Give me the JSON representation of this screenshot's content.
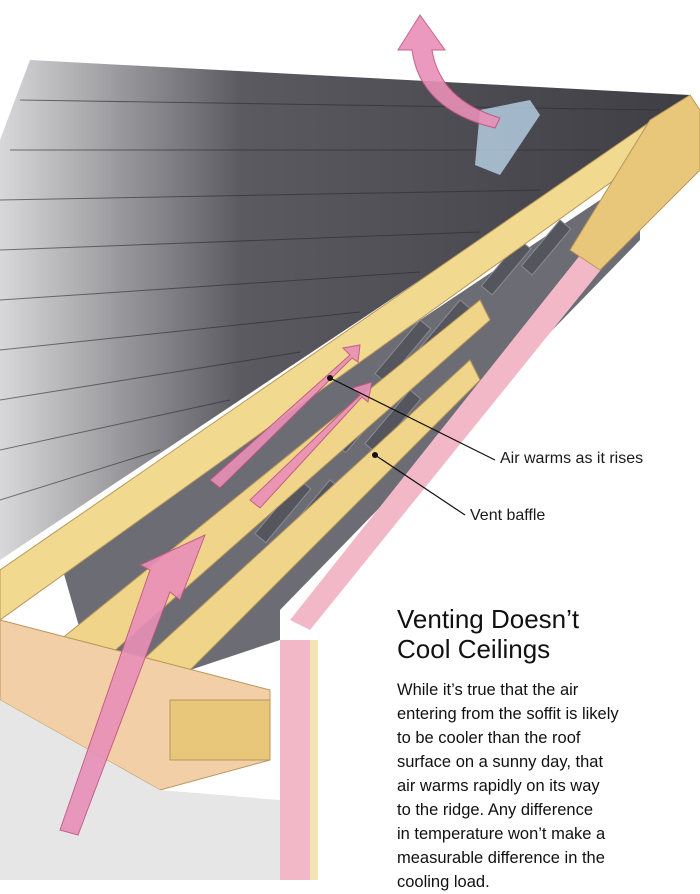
{
  "labels": {
    "air_warms": "Air warms as it rises",
    "vent_baffle": "Vent baffle"
  },
  "sidebar": {
    "title_lines": [
      "Venting Doesn’t",
      "Cool Ceilings"
    ],
    "body_lines": [
      "While it’s true that the air",
      "entering from the soffit is likely",
      "to be cooler than the roof",
      "surface on a sunny day, that",
      "air warms rapidly on its way",
      "to the ridge. Any difference",
      "in temperature won’t make a",
      "measurable difference in the",
      "cooling load."
    ]
  },
  "colors": {
    "shingle": "#4a4a4f",
    "wood": "#f1d98f",
    "insulation": "#f2b8c8",
    "baffle": "#5d5d66",
    "arrow": "#e98fb8"
  }
}
